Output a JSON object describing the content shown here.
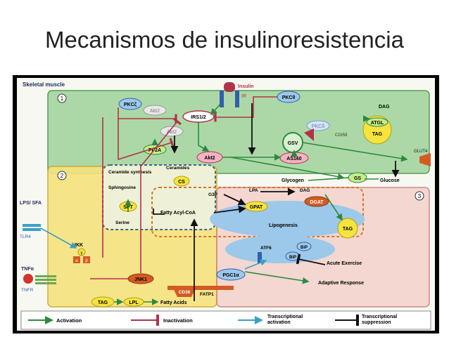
{
  "slide": {
    "title": "Mecanismos de insulinoresistencia"
  },
  "diagram": {
    "header": "Skeletal muscle",
    "panels": {
      "p1": "1",
      "p2": "2",
      "p3": "3"
    },
    "nodes": {
      "insulin": "Insulin",
      "ir": "IR",
      "pkcz": "PKCζ",
      "akt2_a": "Akt2",
      "irs": "IRS1/2",
      "akt2_b": "Akt2",
      "pp2a": "PP2A",
      "akt2_c": "Akt2",
      "as160": "AS160",
      "pkco_top": "PKCθ",
      "pkcd": "PKCδ",
      "dag_top": "DAG",
      "atgl": "ATGL",
      "tag_top": "TAG",
      "cgi58": "CGI58",
      "gsv": "GSV",
      "glut4": "GLUT4",
      "glycogen": "Glycogen",
      "gs": "GS",
      "glucose": "Glucose",
      "ceramide_synth": "Ceramide synthesis",
      "ceramides": "Ceramides",
      "sphingosine": "Sphingosine",
      "cs": "CS",
      "spt": "SPT",
      "serine": "Serine",
      "g3p": "G3P",
      "lpa": "LPA",
      "dag_mid": "DAG",
      "gpat": "GPAT",
      "dgat": "DGAT",
      "fatty_acyl": "Fatty Acyl-CoA",
      "lipogenesis": "Lipogenesis",
      "tag_mid": "TAG",
      "lps": "LPS/ SFA",
      "tlr4": "TLR4",
      "ikk": "IKK",
      "gamma": "γ",
      "alpha": "α",
      "beta": "β",
      "tnf": "TNFα",
      "tnfr": "TNFR",
      "jnk1": "JNK1",
      "atf6": "ATF6",
      "bip1": "BiP",
      "bip2": "BiP",
      "acute": "Acute Exercise",
      "pgc1a": "PGC1α",
      "adaptive": "Adaptive Response",
      "cd36": "CD36",
      "fatp1": "FATP1",
      "tag_bottom": "TAG",
      "lpl": "LPL",
      "fatty_acids": "Fatty Acids"
    },
    "legend": {
      "activation": "Activation",
      "inactivation": "Inactivation",
      "trans_act": "Transcriptional activation",
      "trans_supp": "Transcriptional suppression"
    },
    "colors": {
      "panel1": "#9fd39a",
      "panel2": "#f6e27e",
      "panel3": "#f3d2cb",
      "activation": "#2b8a3e",
      "inactivation": "#b0334a",
      "trans_activation": "#3aa0c8",
      "suppression": "#111111",
      "ellipse_green": "#c7ec8a",
      "ellipse_yellow": "#f5e33e",
      "ellipse_red": "#d45b23",
      "ellipse_blue": "#9cc8ea"
    }
  }
}
